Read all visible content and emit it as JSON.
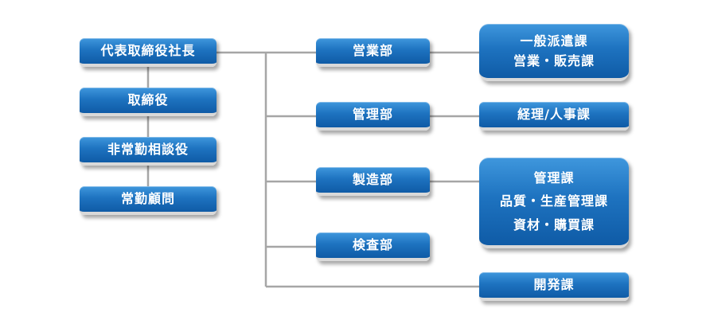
{
  "executives": {
    "ceo": "代表取締役社長",
    "director": "取締役",
    "advisor": "非常勤相談役",
    "consultant": "常勤顧問"
  },
  "departments": {
    "sales": "営業部",
    "management": "管理部",
    "manufacturing": "製造部",
    "inspection": "検査部"
  },
  "sections": {
    "sales": [
      "一般派遣課",
      "営業・販売課"
    ],
    "management": [
      "経理/人事課"
    ],
    "manufacturing": [
      "管理課",
      "品質・生産管理課",
      "資材・購買課"
    ],
    "development": [
      "開発課"
    ]
  },
  "colors": {
    "box_blue": "#1e73c0",
    "connector_gray": "#a6a6a6"
  }
}
